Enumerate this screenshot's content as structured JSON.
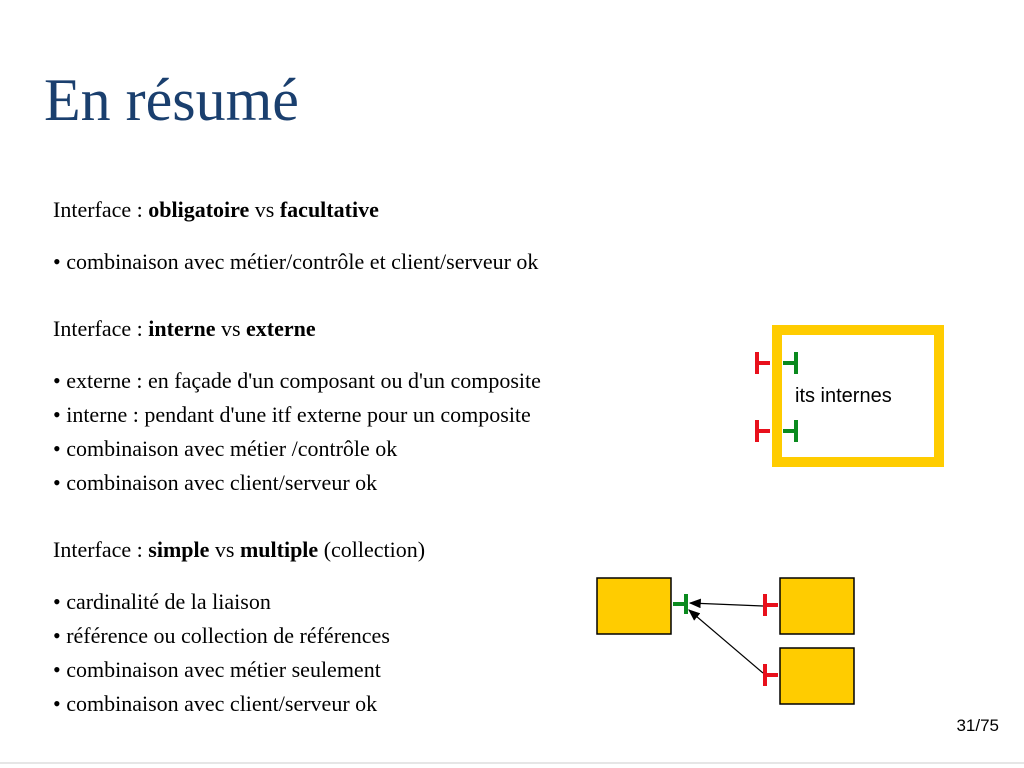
{
  "slide": {
    "title": "En résumé",
    "page": "31/75"
  },
  "sections": [
    {
      "prefix": "Interface : ",
      "term_a": "obligatoire",
      "vs": " vs ",
      "term_b": "facultative",
      "suffix": "",
      "bullets": [
        "• combinaison avec métier/contrôle et client/serveur ok"
      ]
    },
    {
      "prefix": "Interface : ",
      "term_a": "interne",
      "vs": " vs ",
      "term_b": "externe",
      "suffix": "",
      "bullets": [
        "• externe : en façade d'un composant ou d'un composite",
        "• interne : pendant d'une itf externe pour un composite",
        "• combinaison avec métier /contrôle ok",
        "• combinaison avec client/serveur ok"
      ]
    },
    {
      "prefix": "Interface : ",
      "term_a": "simple",
      "vs": " vs ",
      "term_b": "multiple",
      "suffix": " (collection)",
      "bullets": [
        "• cardinalité de la liaison",
        "• référence ou collection de références",
        "• combinaison avec métier seulement",
        "• combinaison avec client/serveur ok"
      ]
    }
  ],
  "diagram_internal": {
    "label": "its internes"
  },
  "colors": {
    "title": "#1a3f6e",
    "component_fill": "#ffcc00",
    "component_border": "#ffcc00",
    "client_itf": "#e8101c",
    "server_itf": "#0a8a1e"
  }
}
